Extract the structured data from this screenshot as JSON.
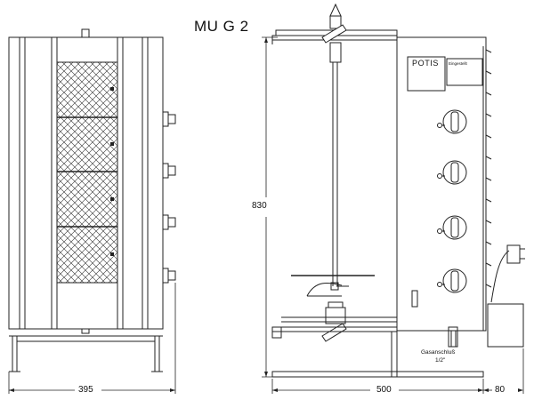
{
  "title": "MU G 2",
  "dimensions": {
    "height": "830",
    "front_width": "395",
    "depth": "500",
    "cabinet_extra": "80"
  },
  "labels": {
    "brand": "POTIS",
    "plate": "Eingestellt",
    "gas_connection": "Gasanschluß",
    "gas_size": "1/2\""
  }
}
